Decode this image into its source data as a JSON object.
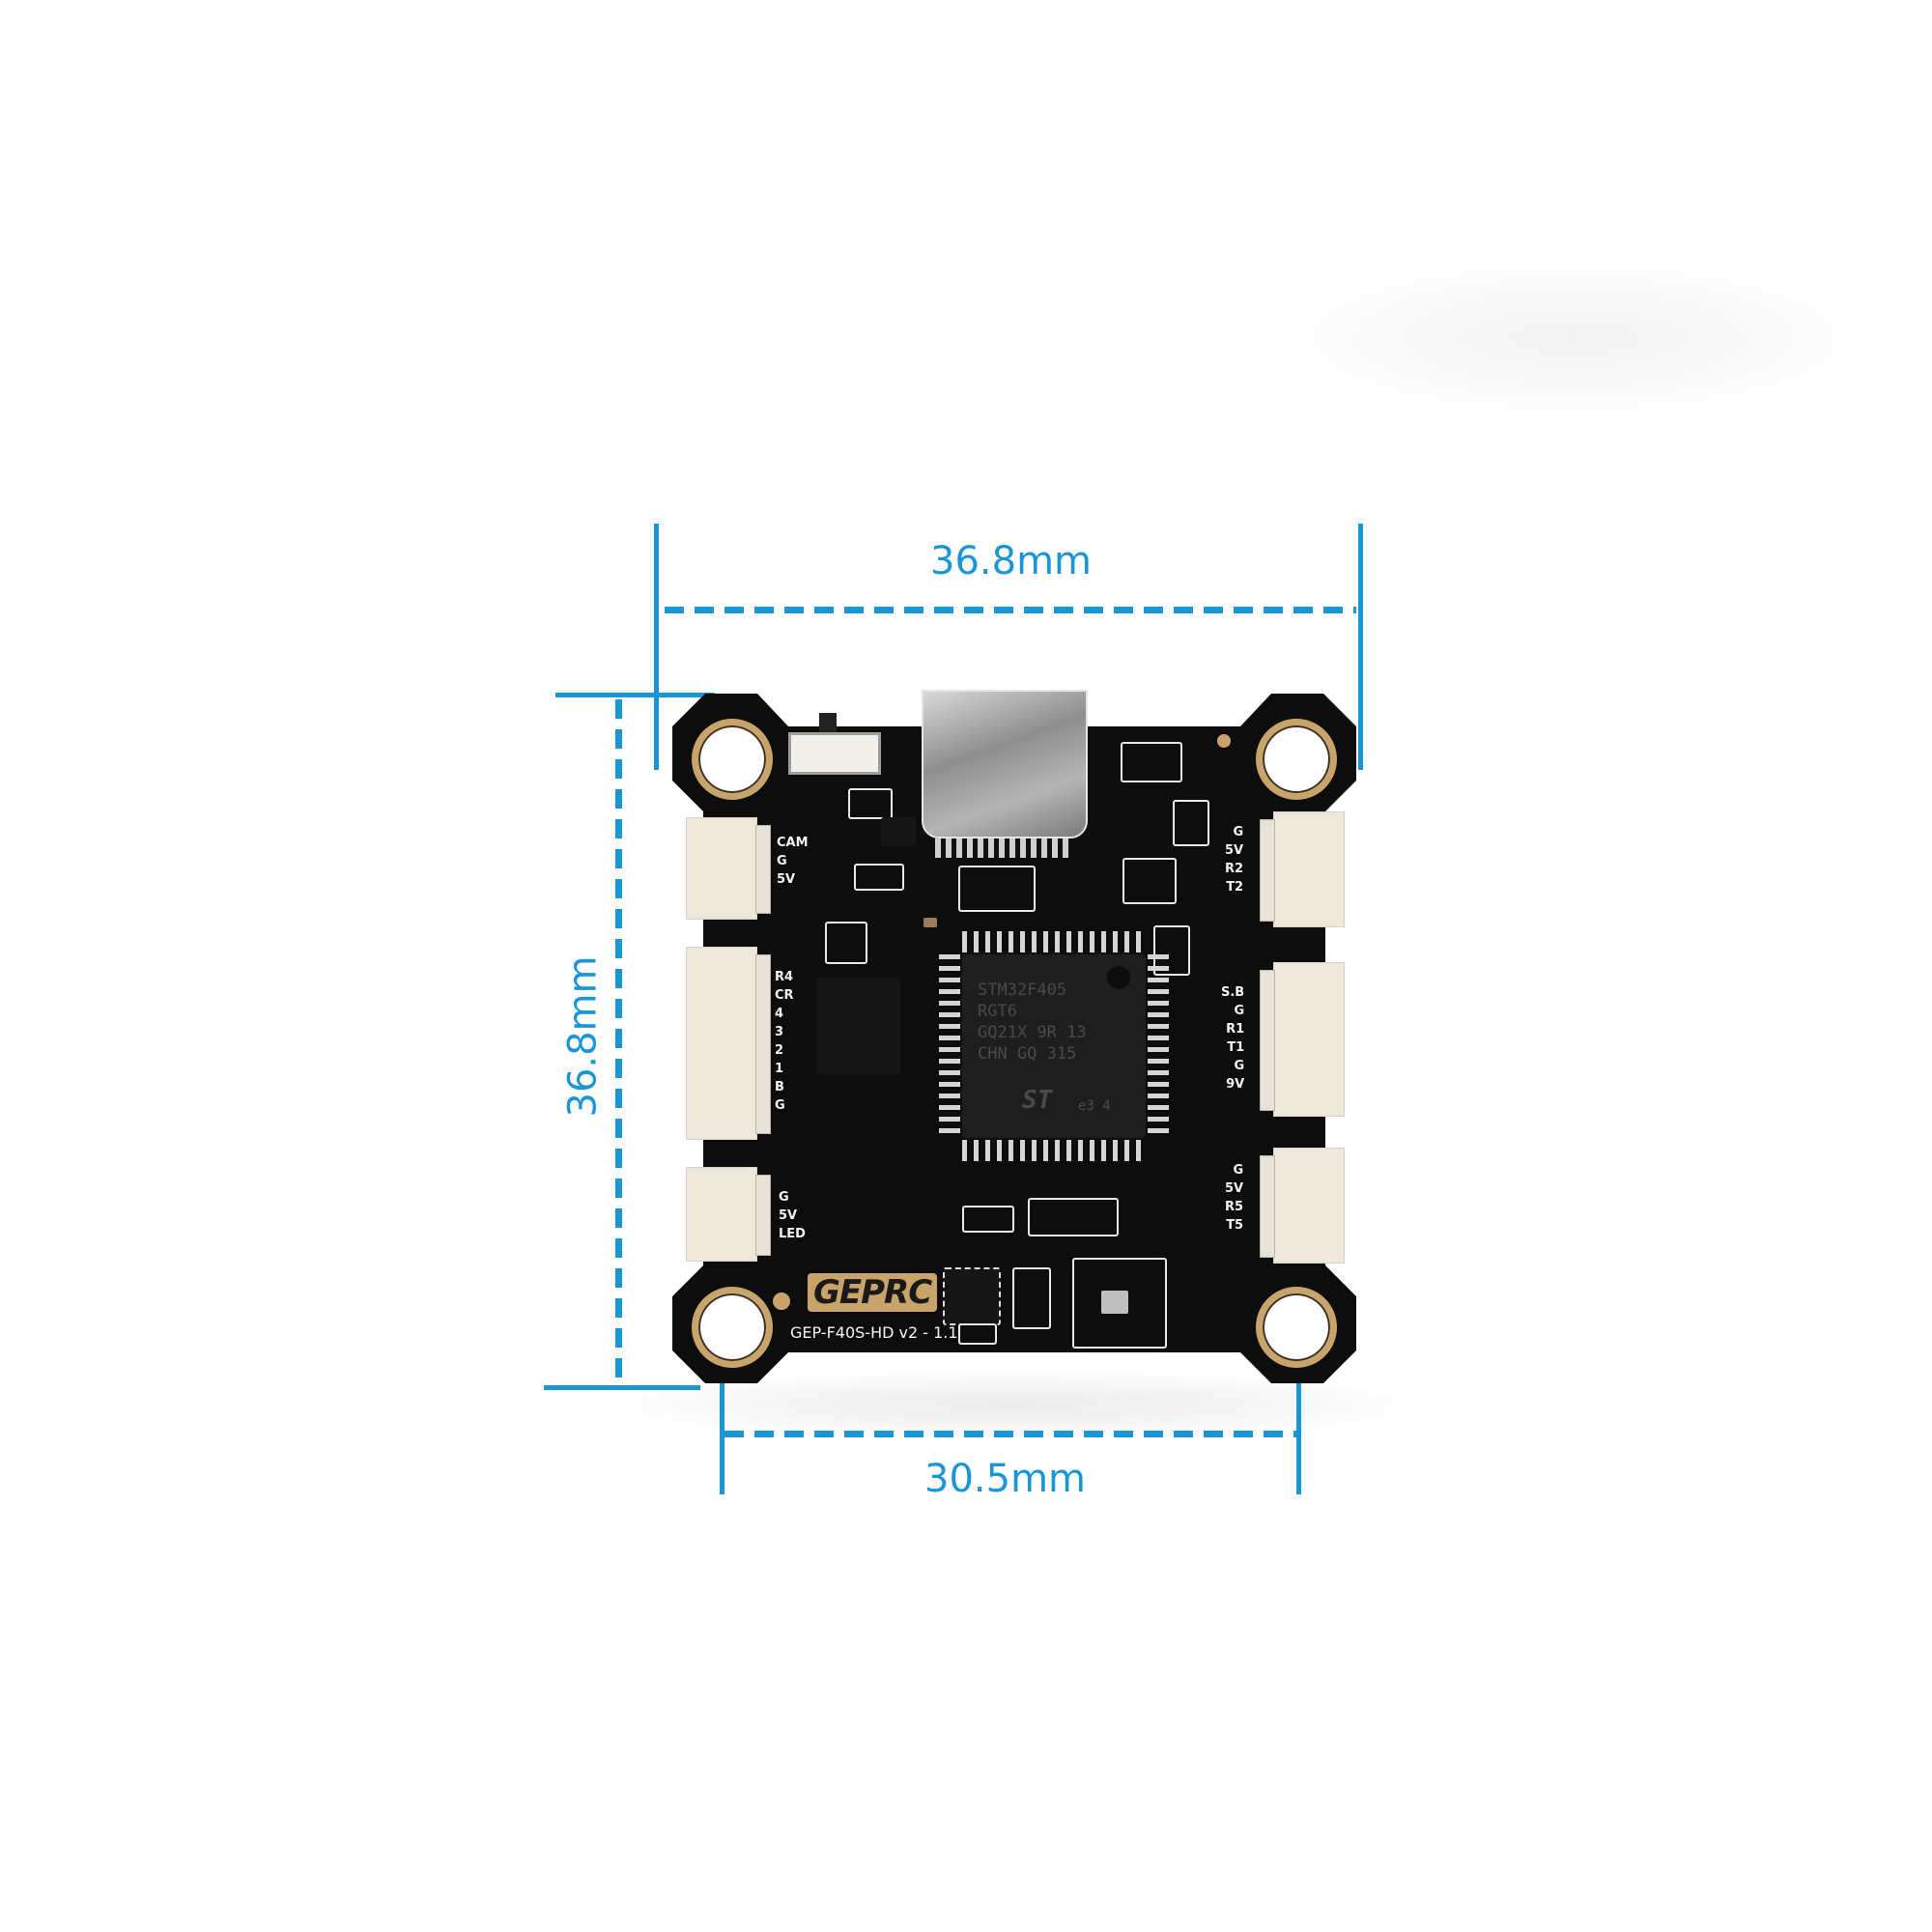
{
  "colors": {
    "dimension_blue": "#1a96d6",
    "pcb_black": "#0d0d0d",
    "pad_gold": "#c9a46a",
    "connector_white": "#efe9dc",
    "background": "#ffffff"
  },
  "dimensions": {
    "top_width": "36.8mm",
    "left_height": "36.8mm",
    "mounting_spacing": "30.5mm"
  },
  "board": {
    "brand": "GEPRC",
    "model": "GEP-F40S-HD v2 - 1.1",
    "mcu": {
      "line1": "STM32F405",
      "line2": "RGT6",
      "line3": "GQ21X  9R 13",
      "line4": "CHN  GQ  315",
      "logo": "ST",
      "mark": "e3 4"
    },
    "connectors": {
      "left_top": {
        "pins": [
          "CAM",
          "G",
          "5V"
        ]
      },
      "left_middle": {
        "pins": [
          "R4",
          "CR",
          "4",
          "3",
          "2",
          "1",
          "B",
          "G"
        ]
      },
      "left_bottom": {
        "pins": [
          "G",
          "5V",
          "LED"
        ]
      },
      "right_top": {
        "pins": [
          "G",
          "5V",
          "R2",
          "T2"
        ]
      },
      "right_middle": {
        "pins": [
          "S.B",
          "G",
          "R1",
          "T1",
          "G",
          "9V"
        ]
      },
      "right_bottom": {
        "pins": [
          "G",
          "5V",
          "R5",
          "T5"
        ]
      }
    },
    "components": [
      "usb-c-port",
      "boot-switch",
      "mcu",
      "esc-connector",
      "barometer",
      "gyro"
    ]
  }
}
